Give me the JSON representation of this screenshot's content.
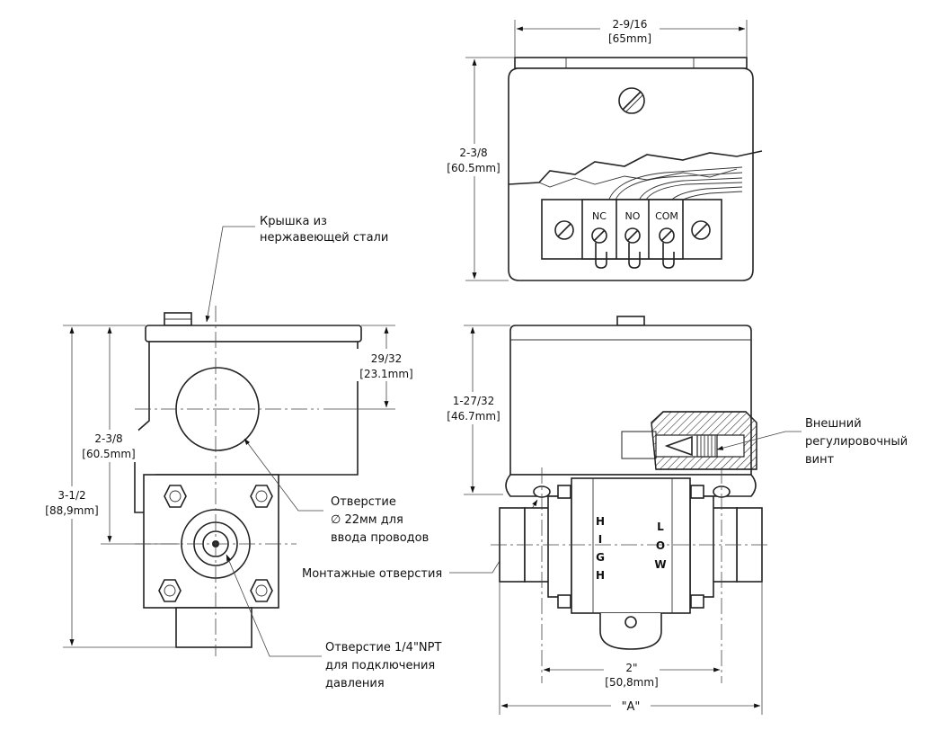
{
  "dimensions": {
    "top_width_frac": "2-9/16",
    "top_width_mm": "[65mm]",
    "top_height_frac": "2-3/8",
    "top_height_mm": "[60.5mm]",
    "port_offset_frac": "29/32",
    "port_offset_mm": "[23.1mm]",
    "left_height_frac": "2-3/8",
    "left_height_mm": "[60.5mm]",
    "total_height_frac": "3-1/2",
    "total_height_mm": "[88,9mm]",
    "side_height_frac": "1-27/32",
    "side_height_mm": "[46.7mm]",
    "mount_spacing_frac": "2\"",
    "mount_spacing_mm": "[50,8mm]",
    "overall_a": "\"A\""
  },
  "terminals": {
    "nc": "NC",
    "no": "NO",
    "com": "COM"
  },
  "body_labels": {
    "high": [
      "H",
      "I",
      "G",
      "H"
    ],
    "low": [
      "L",
      "O",
      "W"
    ]
  },
  "callouts": {
    "cover_line1": "Крышка из",
    "cover_line2": "нержавеющей стали",
    "conduit_line1": "Отверстие",
    "conduit_line2": "∅ 22мм для",
    "conduit_line3": "ввода проводов",
    "mounting": "Монтажные отверстия",
    "npt_line1": "Отверстие 1/4\"NPT",
    "npt_line2": "для подключения",
    "npt_line3": "давления",
    "screw_line1": "Внешний",
    "screw_line2": "регулировочный",
    "screw_line3": "винт"
  }
}
